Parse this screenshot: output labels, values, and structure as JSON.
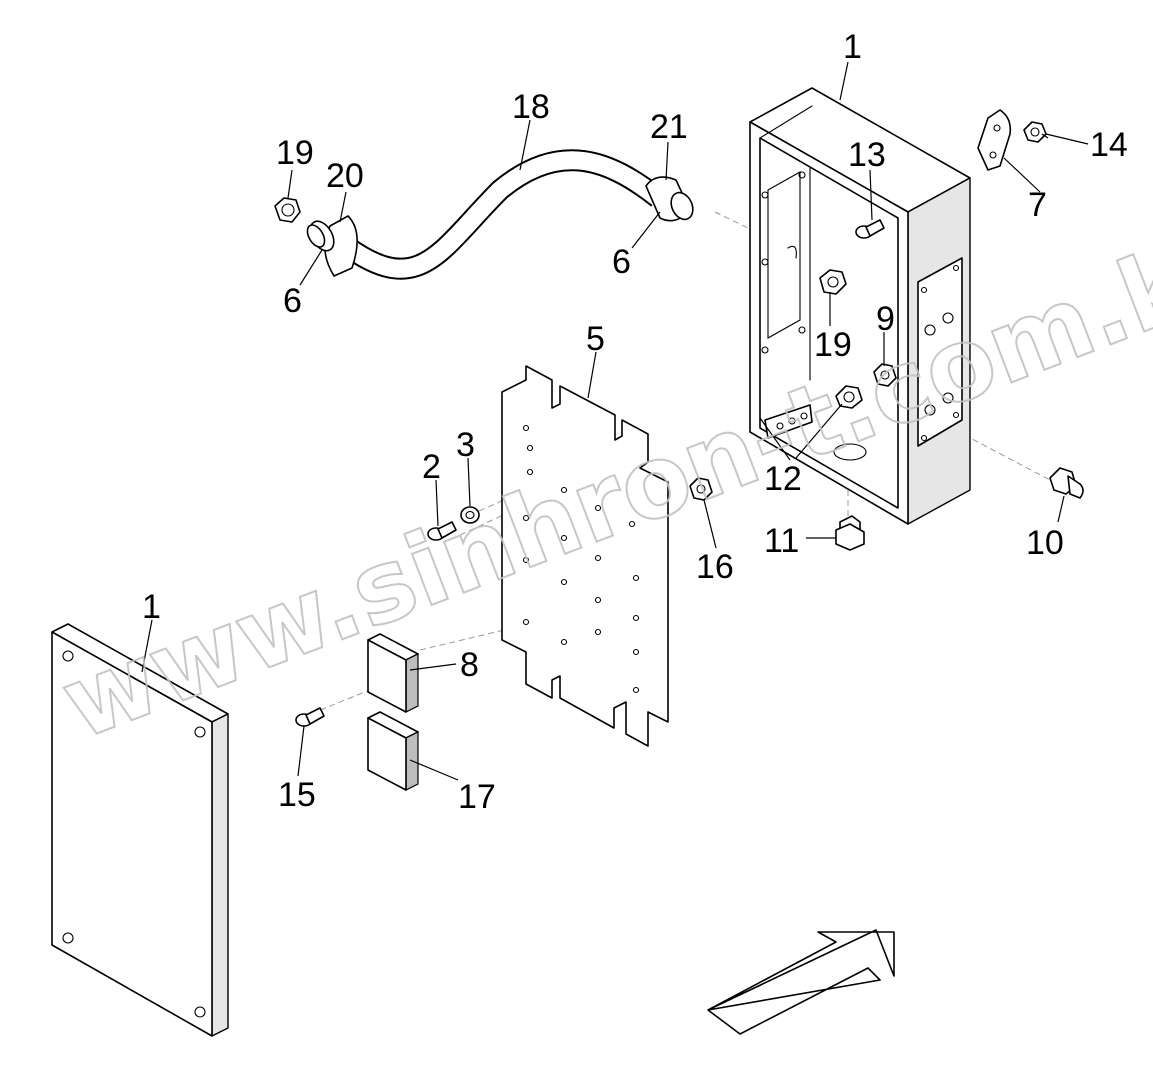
{
  "watermark": "www.sinhron-t.com.kz",
  "callouts": {
    "c1_top": "1",
    "c1_bottom": "1",
    "c2": "2",
    "c3": "3",
    "c5": "5",
    "c6_left": "6",
    "c6_right": "6",
    "c7": "7",
    "c8": "8",
    "c9": "9",
    "c10": "10",
    "c11": "11",
    "c12": "12",
    "c13": "13",
    "c14": "14",
    "c15": "15",
    "c16": "16",
    "c17": "17",
    "c18": "18",
    "c19_left": "19",
    "c19_inner": "19",
    "c20": "20",
    "c21": "21"
  }
}
